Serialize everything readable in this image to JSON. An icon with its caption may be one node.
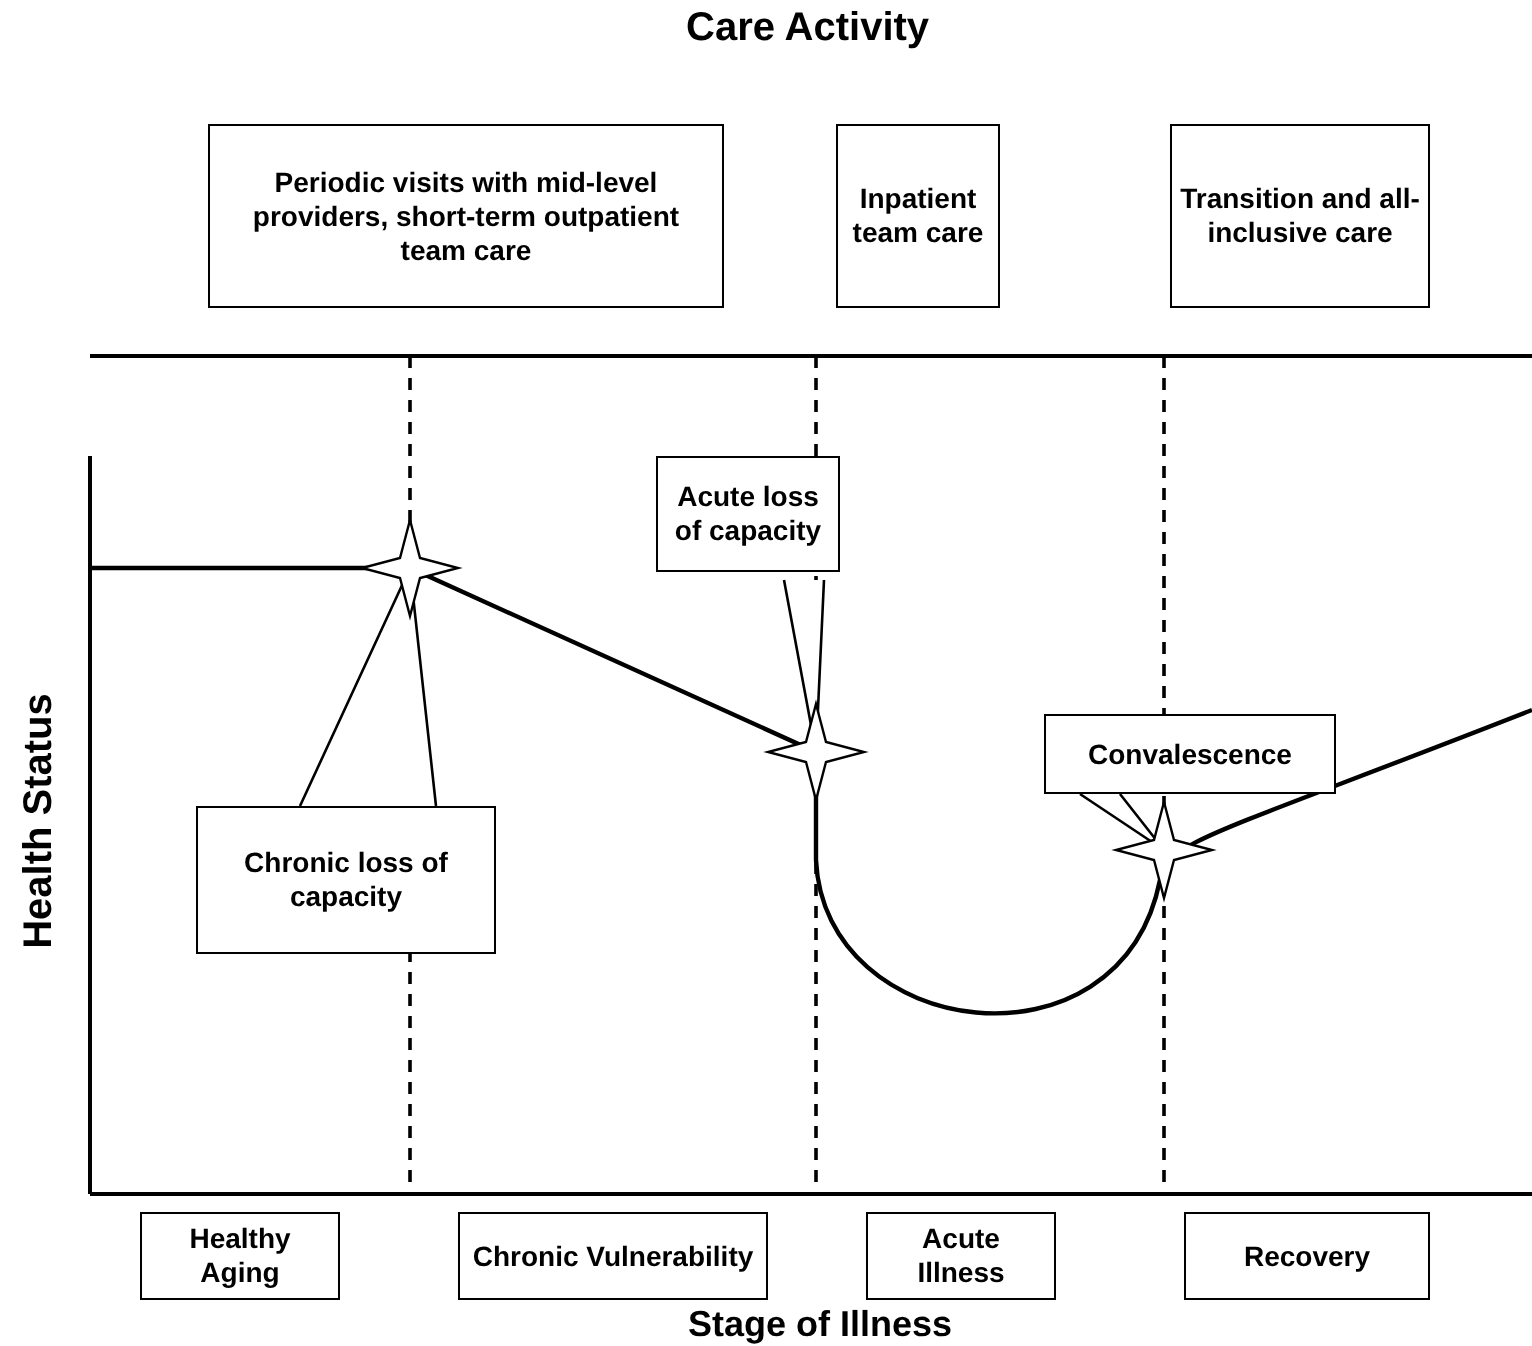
{
  "diagram": {
    "nodes": [
      {
        "text": [
          "Periodic visits with mid-level providers, short-term outpatient team care"
        ]
      },
      {
        "text": [
          "Inpatient team care"
        ]
      },
      {
        "text": [
          "Transition and all-inclusive care"
        ]
      },
      {
        "text": [
          "Acute loss of capacity"
        ]
      },
      {
        "text": [
          "Convalescence"
        ]
      },
      {
        "text": [
          "Chronic loss of capacity"
        ]
      },
      {
        "text": [
          "Healthy Aging"
        ]
      },
      {
        "text": [
          "Chronic Vulnerability"
        ]
      },
      {
        "text": [
          "Acute Illness"
        ]
      },
      {
        "text": [
          "Recovery"
        ]
      }
    ],
    "labels": [
      "Care Activity",
      "Health Status",
      "Stage of Illness"
    ]
  }
}
